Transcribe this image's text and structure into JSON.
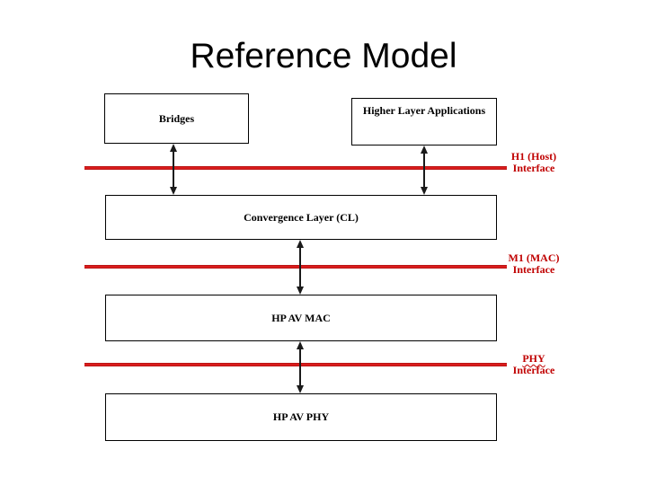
{
  "slide": {
    "title": "Reference Model",
    "boxes": [
      {
        "id": "bridges",
        "label": "Bridges"
      },
      {
        "id": "higher-layer-applications",
        "label": "Higher Layer Applications"
      },
      {
        "id": "convergence-layer",
        "label": "Convergence Layer (CL)"
      },
      {
        "id": "hpav-mac",
        "label": "HP AV MAC"
      },
      {
        "id": "hpav-phy",
        "label": "HP AV PHY"
      }
    ],
    "interface_labels": [
      {
        "id": "h1",
        "line1": "H1 (Host)",
        "line2": "Interface"
      },
      {
        "id": "m1",
        "line1": "M1 (MAC)",
        "line2": "Interface"
      },
      {
        "id": "phy",
        "line1": "PHY",
        "line2": "Interface"
      }
    ],
    "connections": [
      {
        "from": "Bridges",
        "to": "Convergence Layer (CL)",
        "style": "double-arrow"
      },
      {
        "from": "Higher Layer Applications",
        "to": "Convergence Layer (CL)",
        "style": "double-arrow"
      },
      {
        "from": "Convergence Layer (CL)",
        "to": "HP AV MAC",
        "style": "double-arrow"
      },
      {
        "from": "HP AV MAC",
        "to": "HP AV PHY",
        "style": "double-arrow"
      }
    ],
    "colors": {
      "interface_line_red": "#da1c1c",
      "interface_line_red_dark": "#a31111",
      "interface_label_red": "#c00000",
      "box_border": "#000000",
      "arrow_black": "#1a1a1a",
      "background": "#ffffff",
      "title_black": "#000000"
    }
  }
}
